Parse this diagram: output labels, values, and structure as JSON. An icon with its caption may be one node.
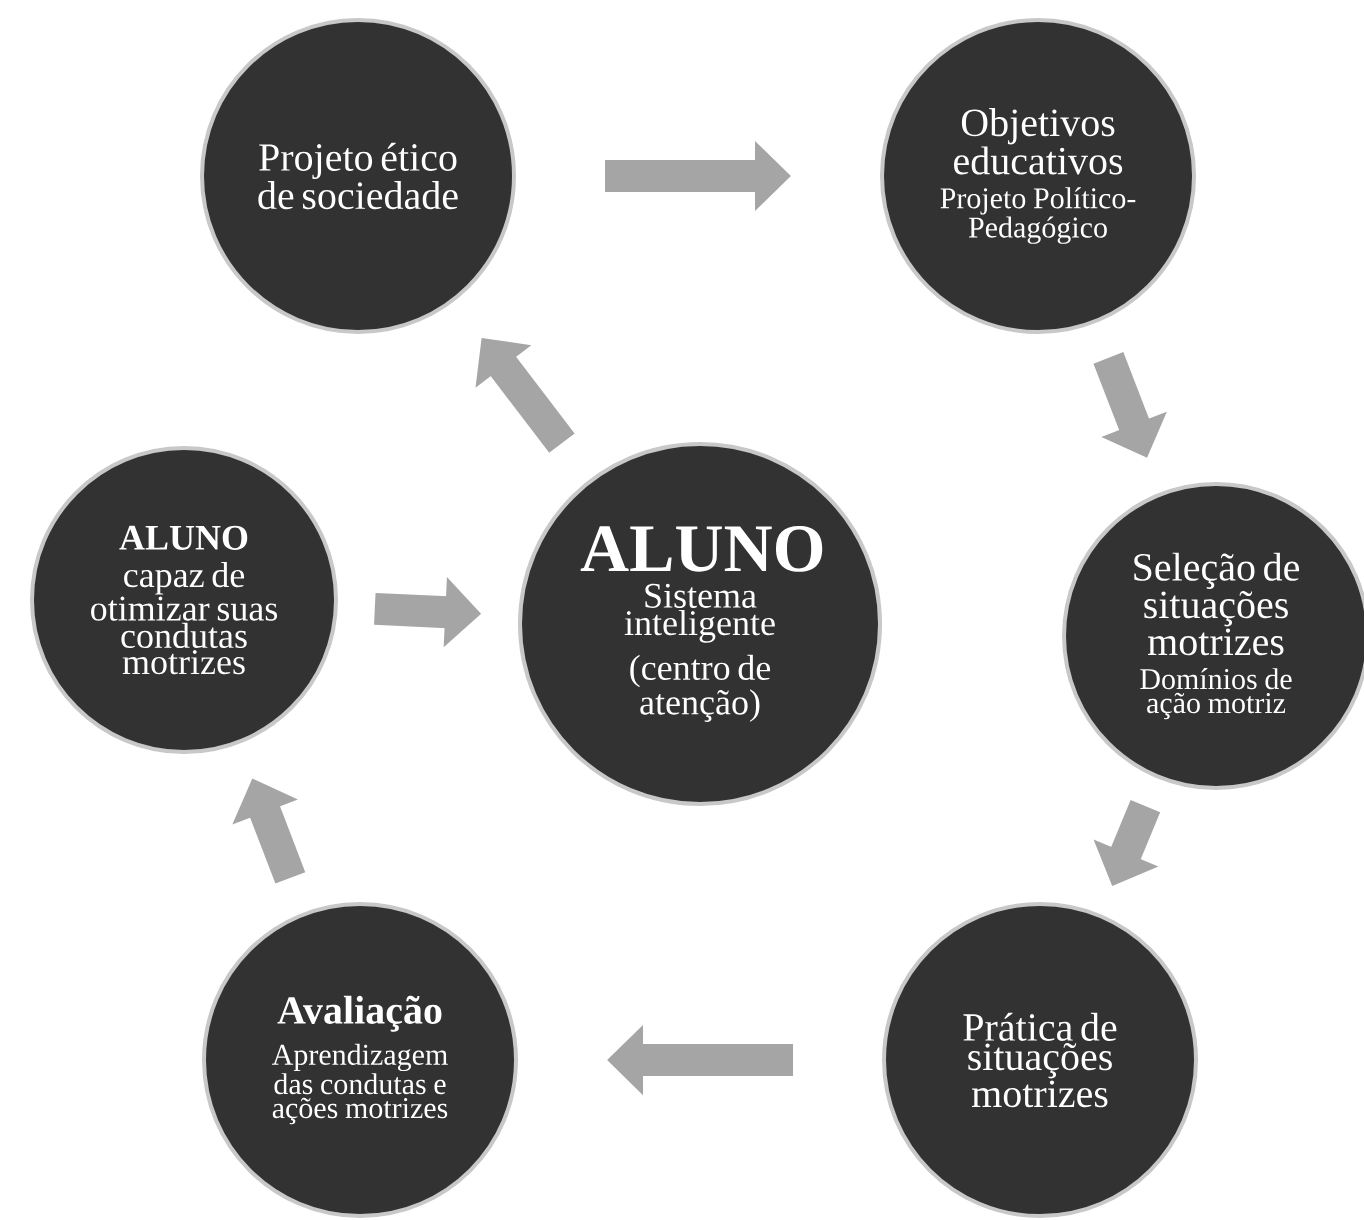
{
  "diagram": {
    "nodes": [
      {
        "text": [
          "Projeto ético de sociedade"
        ]
      },
      {
        "text": [
          "Objetivos educativos",
          "Projeto Político-Pedagógico"
        ]
      },
      {
        "text": [
          "ALUNO",
          "capaz de otimizar suas condutas motrizes"
        ]
      },
      {
        "text": [
          "ALUNO",
          "Sistema inteligente",
          "(centro de atenção)"
        ]
      },
      {
        "text": [
          "Seleção de situações motrizes",
          "Domínios de ação motriz"
        ]
      },
      {
        "text": [
          "Avaliação",
          "Aprendizagem das condutas e ações motrizes"
        ]
      },
      {
        "text": [
          "Prática de situações motrizes"
        ]
      }
    ],
    "edges": [
      {
        "from": 0,
        "to": 1,
        "arrow": "to"
      },
      {
        "from": 1,
        "to": 4,
        "arrow": "to"
      },
      {
        "from": 4,
        "to": 6,
        "arrow": "to"
      },
      {
        "from": 6,
        "to": 5,
        "arrow": "to"
      },
      {
        "from": 5,
        "to": 2,
        "arrow": "to"
      },
      {
        "from": 2,
        "to": 3,
        "arrow": "to"
      },
      {
        "from": 3,
        "to": 0,
        "arrow": "to"
      }
    ]
  }
}
